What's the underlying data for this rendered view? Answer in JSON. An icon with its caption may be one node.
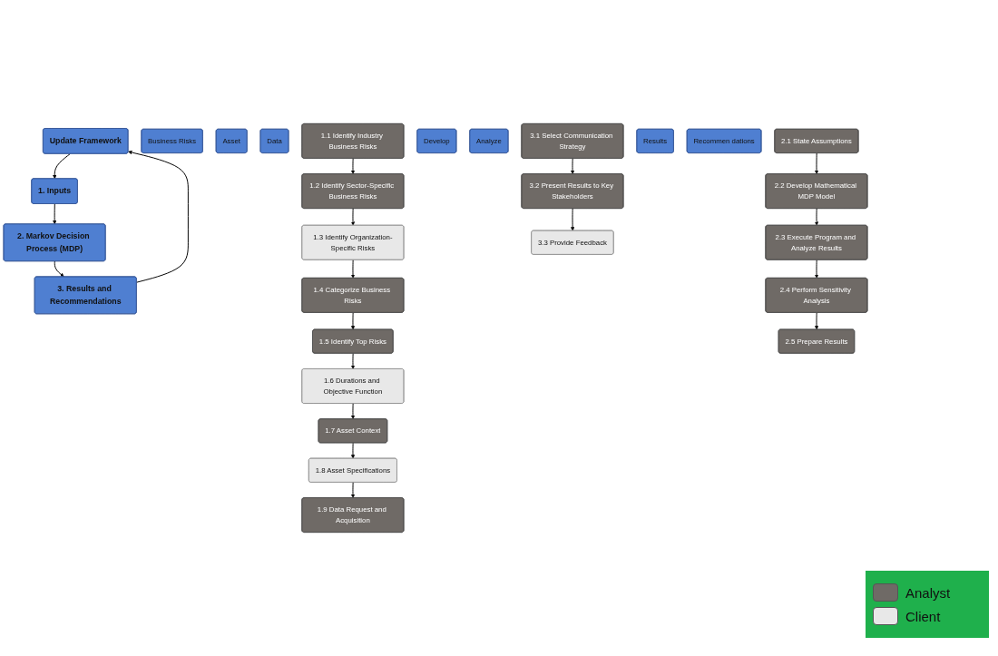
{
  "diagram": {
    "nodes": [
      {
        "text": [
          "Update Framework"
        ]
      },
      {
        "text": [
          "1. Inputs"
        ]
      },
      {
        "text": [
          "2. Markov Decision Process (MDP)"
        ]
      },
      {
        "text": [
          "3. Results and Recommendations"
        ]
      },
      {
        "text": [
          "Business Risks"
        ]
      },
      {
        "text": [
          "Asset"
        ]
      },
      {
        "text": [
          "Data"
        ]
      },
      {
        "text": [
          "1.1 Identify Industry Business Risks"
        ]
      },
      {
        "text": [
          "1.2 Identify Sector-Specific Business Risks"
        ]
      },
      {
        "text": [
          "1.4 Categorize Business Risks"
        ]
      },
      {
        "text": [
          "1.3 Identify Organization-Specific Risks"
        ]
      },
      {
        "text": [
          "1.5 Identify Top Risks"
        ]
      },
      {
        "text": [
          "1.6 Durations and Objective Function"
        ]
      },
      {
        "text": [
          "1.8 Asset Specifications"
        ]
      },
      {
        "text": [
          "1.7 Asset Context"
        ]
      },
      {
        "text": [
          "1.9 Data Request and Acquisition"
        ]
      },
      {
        "text": [
          "Develop"
        ]
      },
      {
        "text": [
          "Analyze"
        ]
      },
      {
        "text": [
          "2.1 State Assumptions"
        ]
      },
      {
        "text": [
          "2.2 Develop Mathematical MDP Model"
        ]
      },
      {
        "text": [
          "2.3 Execute Program and Analyze Results"
        ]
      },
      {
        "text": [
          "2.4 Perform Sensitivity Analysis"
        ]
      },
      {
        "text": [
          "2.5 Prepare Results"
        ]
      },
      {
        "text": [
          "Results"
        ]
      },
      {
        "text": [
          "Recommen dations"
        ]
      },
      {
        "text": [
          "3.1 Select Communication Strategy"
        ]
      },
      {
        "text": [
          "3.2 Present Results to Key Stakeholders"
        ]
      },
      {
        "text": [
          "3.3 Provide Feedback"
        ]
      }
    ],
    "edges": [
      {
        "from": 0,
        "to": 1,
        "arrow": "to"
      },
      {
        "from": 1,
        "to": 2,
        "arrow": "to"
      },
      {
        "from": 2,
        "to": 3,
        "arrow": "to"
      },
      {
        "from": 3,
        "to": 0,
        "arrow": "to"
      },
      {
        "from": 7,
        "to": 8,
        "arrow": "to"
      },
      {
        "from": 8,
        "to": 10,
        "arrow": "to"
      },
      {
        "from": 10,
        "to": 9,
        "arrow": "to"
      },
      {
        "from": 9,
        "to": 11,
        "arrow": "to"
      },
      {
        "from": 11,
        "to": 12,
        "arrow": "to"
      },
      {
        "from": 12,
        "to": 14,
        "arrow": "to"
      },
      {
        "from": 14,
        "to": 13,
        "arrow": "to"
      },
      {
        "from": 13,
        "to": 15,
        "arrow": "to"
      },
      {
        "from": 18,
        "to": 19,
        "arrow": "to"
      },
      {
        "from": 19,
        "to": 20,
        "arrow": "to"
      },
      {
        "from": 20,
        "to": 21,
        "arrow": "to"
      },
      {
        "from": 21,
        "to": 22,
        "arrow": "to"
      },
      {
        "from": 25,
        "to": 26,
        "arrow": "to"
      },
      {
        "from": 26,
        "to": 27,
        "arrow": "to"
      }
    ],
    "legend": [
      {
        "text": "Analyst",
        "color": "#6f6a66"
      },
      {
        "text": "Client",
        "color": "#e8e8e8"
      }
    ]
  }
}
